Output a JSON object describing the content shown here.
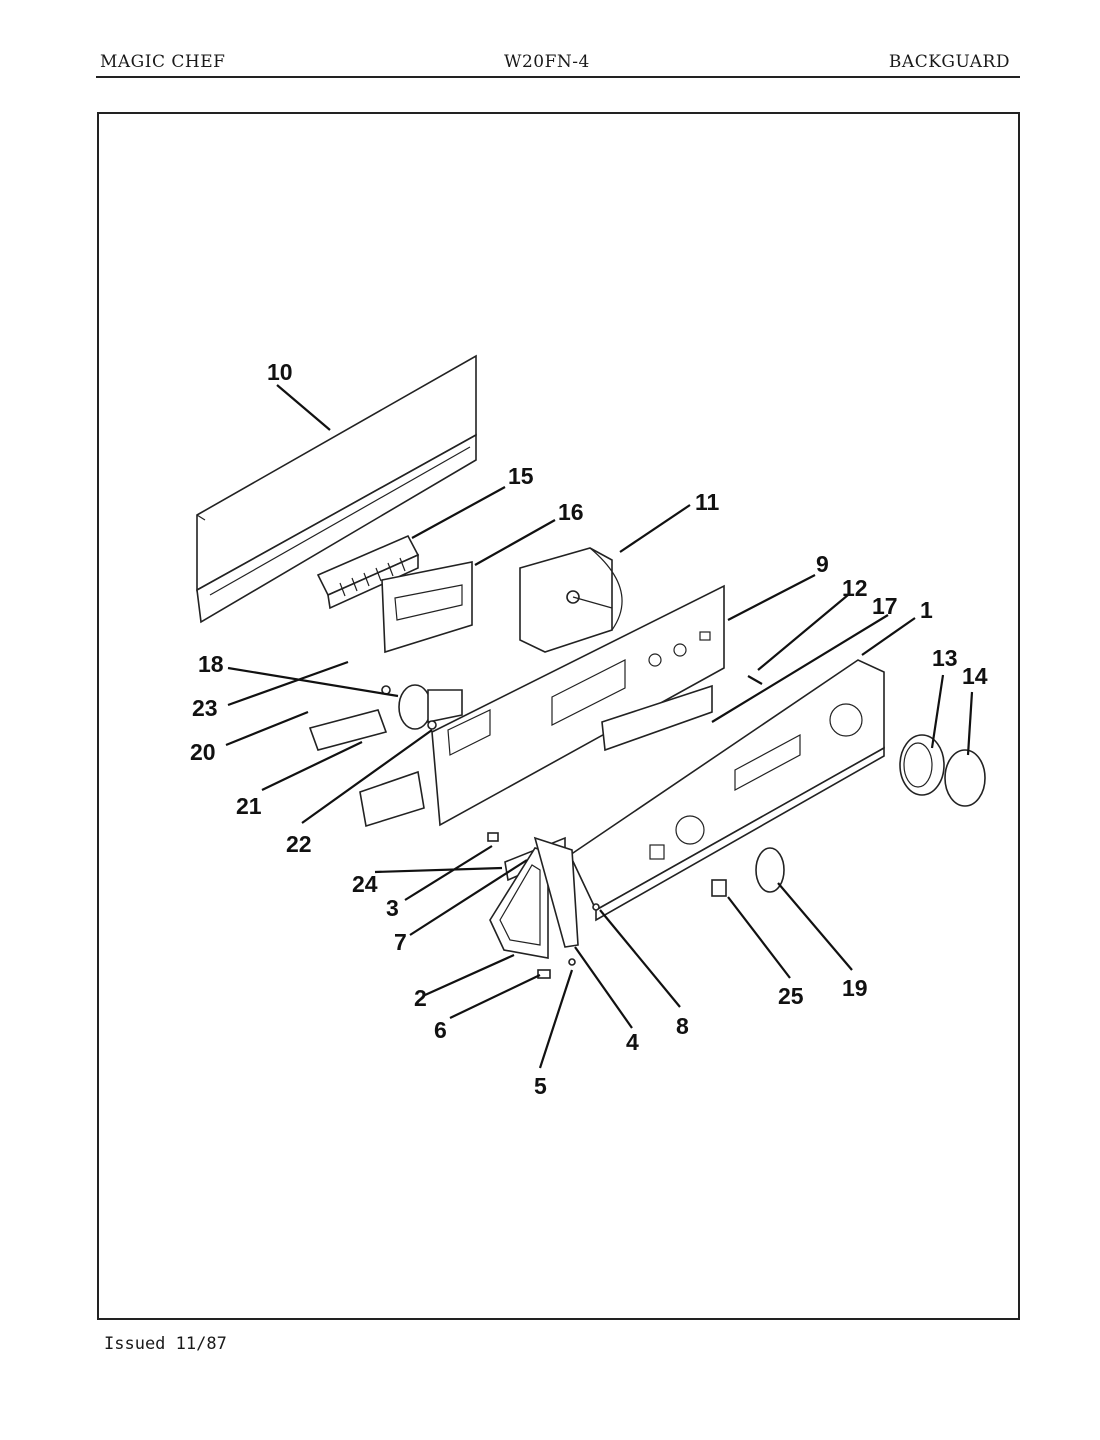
{
  "header": {
    "brand": "MAGIC CHEF",
    "model": "W20FN-4",
    "section": "BACKGUARD"
  },
  "footer": {
    "issued": "Issued 11/87"
  },
  "callouts": [
    "1",
    "2",
    "3",
    "4",
    "5",
    "6",
    "7",
    "8",
    "9",
    "10",
    "11",
    "12",
    "13",
    "14",
    "15",
    "16",
    "17",
    "18",
    "19",
    "20",
    "21",
    "22",
    "23",
    "24",
    "25"
  ]
}
